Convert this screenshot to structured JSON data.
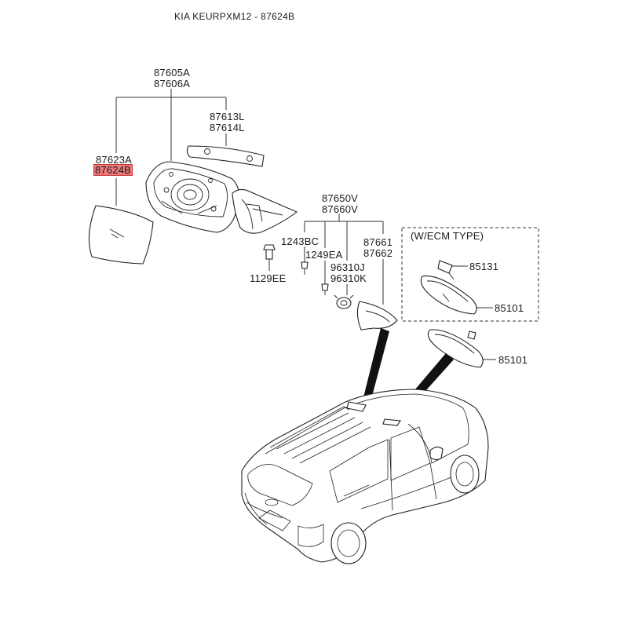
{
  "title": "KIA KEURPXM12 - 87624B",
  "labels": {
    "l87605A": "87605A",
    "l87606A": "87606A",
    "l87613L": "87613L",
    "l87614L": "87614L",
    "l87623A": "87623A",
    "l87624B": "87624B",
    "l87650V": "87650V",
    "l87660V": "87660V",
    "l1243BC": "1243BC",
    "l1249EA": "1249EA",
    "l96310J": "96310J",
    "l96310K": "96310K",
    "l87661": "87661",
    "l87662": "87662",
    "l1129EE": "1129EE",
    "ecm_type": "(W/ECM TYPE)",
    "l85131": "85131",
    "l85101_ecm": "85101",
    "l85101": "85101"
  },
  "highlight": {
    "part": "87624B",
    "color": "#f07a7a"
  }
}
